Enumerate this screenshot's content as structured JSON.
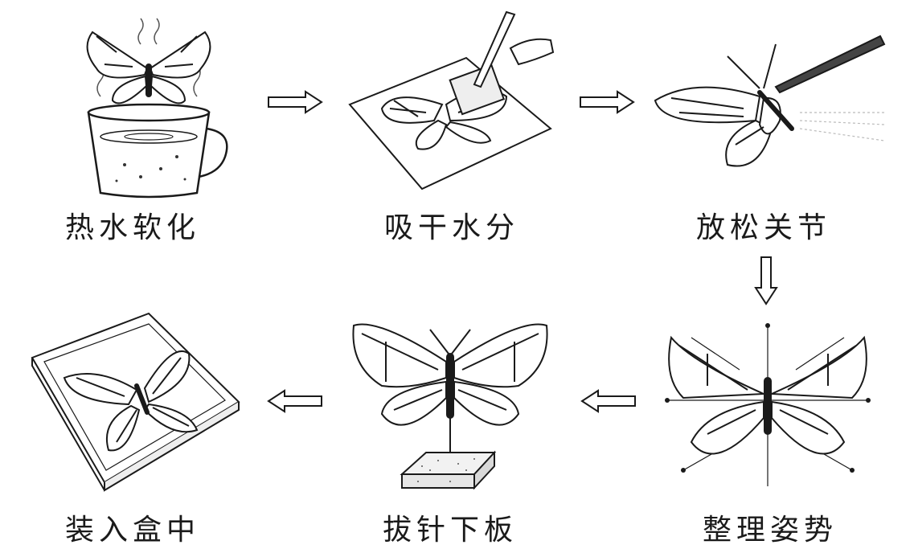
{
  "diagram": {
    "steps": [
      {
        "id": "soften",
        "label": "热水软化"
      },
      {
        "id": "blot",
        "label": "吸干水分"
      },
      {
        "id": "relax",
        "label": "放松关节"
      },
      {
        "id": "arrange",
        "label": "整理姿势"
      },
      {
        "id": "unpin",
        "label": "拔针下板"
      },
      {
        "id": "box",
        "label": "装入盒中"
      }
    ],
    "flow": [
      "soften",
      "blot",
      "relax",
      "arrange",
      "unpin",
      "box"
    ],
    "colors": {
      "ink": "#1a1a1a",
      "paper": "#ffffff",
      "shade": "#cfcfcf"
    }
  }
}
